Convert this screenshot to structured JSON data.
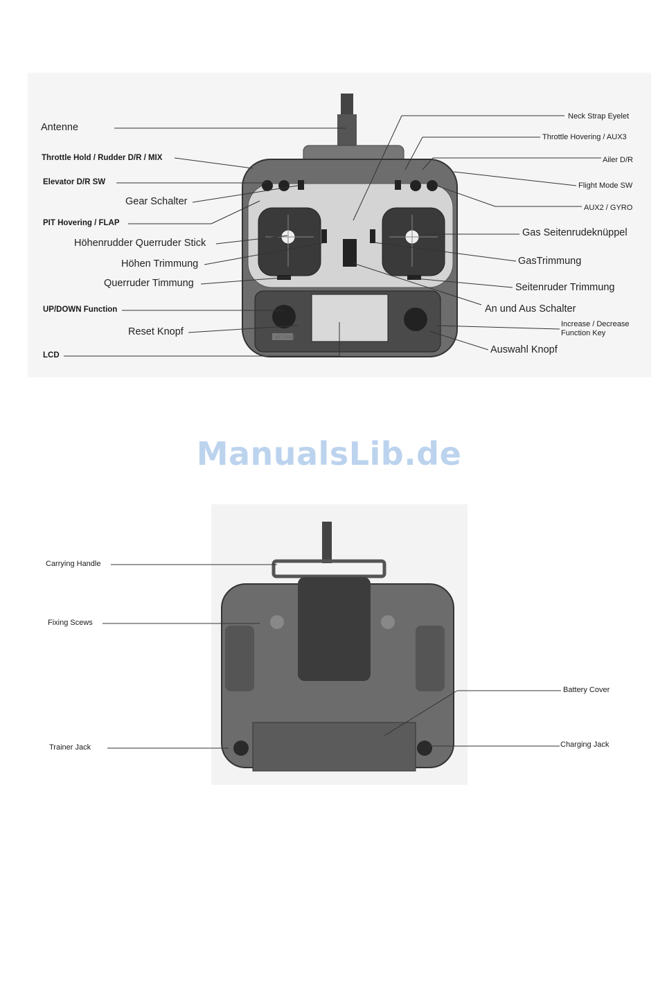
{
  "watermark": "ManualsLib.de",
  "front_figure": {
    "model_label": "WK-2801",
    "labels": {
      "antenne": "Antenne",
      "throttle_hold": "Throttle Hold / Rudder D/R / MIX",
      "elevator_dr": "Elevator D/R SW",
      "gear": "Gear Schalter",
      "pit_hovering": "PIT Hovering / FLAP",
      "hoehenruder_stick": "Höhenrudder Querruder Stick",
      "hoehen_trim": "Höhen Trimmung",
      "querruder_trim": "Querruder Timmung",
      "up_down": "UP/DOWN Function",
      "reset": "Reset Knopf",
      "lcd": "LCD",
      "neck_strap": "Neck Strap Eyelet",
      "throttle_hovering": "Throttle Hovering / AUX3",
      "ailer_dr": "Ailer D/R",
      "flight_mode": "Flight Mode SW",
      "aux2": "AUX2 / GYRO",
      "gas_stick": "Gas Seitenrudeknüppel",
      "gas_trim": "GasTrimmung",
      "seitenruder_trim": "Seitenruder Trimmung",
      "an_aus": "An und Aus Schalter",
      "inc_dec": "Increase / Decrease",
      "function_key": "Function Key",
      "auswahl": "Auswahl Knopf"
    }
  },
  "back_figure": {
    "labels": {
      "carrying_handle": "Carrying Handle",
      "fixing_screws": "Fixing Scews",
      "trainer_jack": "Trainer Jack",
      "battery_cover": "Battery Cover",
      "charging_jack": "Charging Jack"
    }
  }
}
